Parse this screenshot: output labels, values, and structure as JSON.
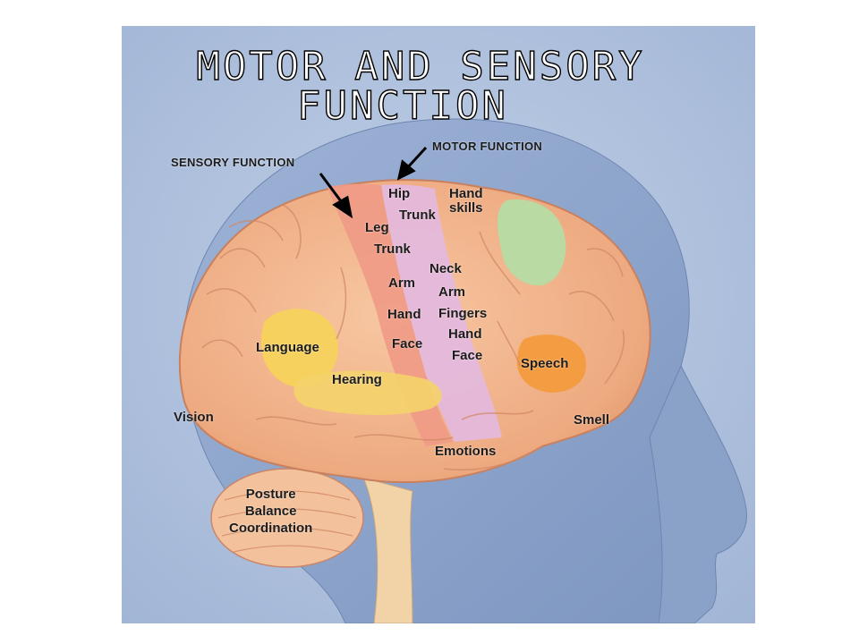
{
  "title": {
    "line1": "MOTOR AND SENSORY",
    "line2": "FUNCTION"
  },
  "callouts": {
    "sensory_function": "SENSORY FUNCTION",
    "motor_function": "MOTOR FUNCTION"
  },
  "sensory_strip": [
    "Leg",
    "Trunk",
    "Arm",
    "Hand",
    "Face"
  ],
  "motor_strip": [
    "Hip",
    "Trunk",
    "Neck",
    "Arm",
    "Fingers",
    "Hand",
    "Face"
  ],
  "regions": {
    "hand_skills": "Hand\nskills",
    "language": "Language",
    "hearing": "Hearing",
    "speech": "Speech",
    "vision": "Vision",
    "smell": "Smell",
    "emotions": "Emotions",
    "cerebellum": "Posture\nBalance\nCoordination"
  },
  "colors": {
    "background": "#a9bcd9",
    "head": "#8fa6cc",
    "brain": "#f2b48c",
    "sensory_strip": "#f08f82",
    "motor_strip": "#e3b4dd",
    "hand_skills_area": "#b4dca0",
    "language_area": "#f8d25a",
    "speech_area": "#f29a3c"
  }
}
